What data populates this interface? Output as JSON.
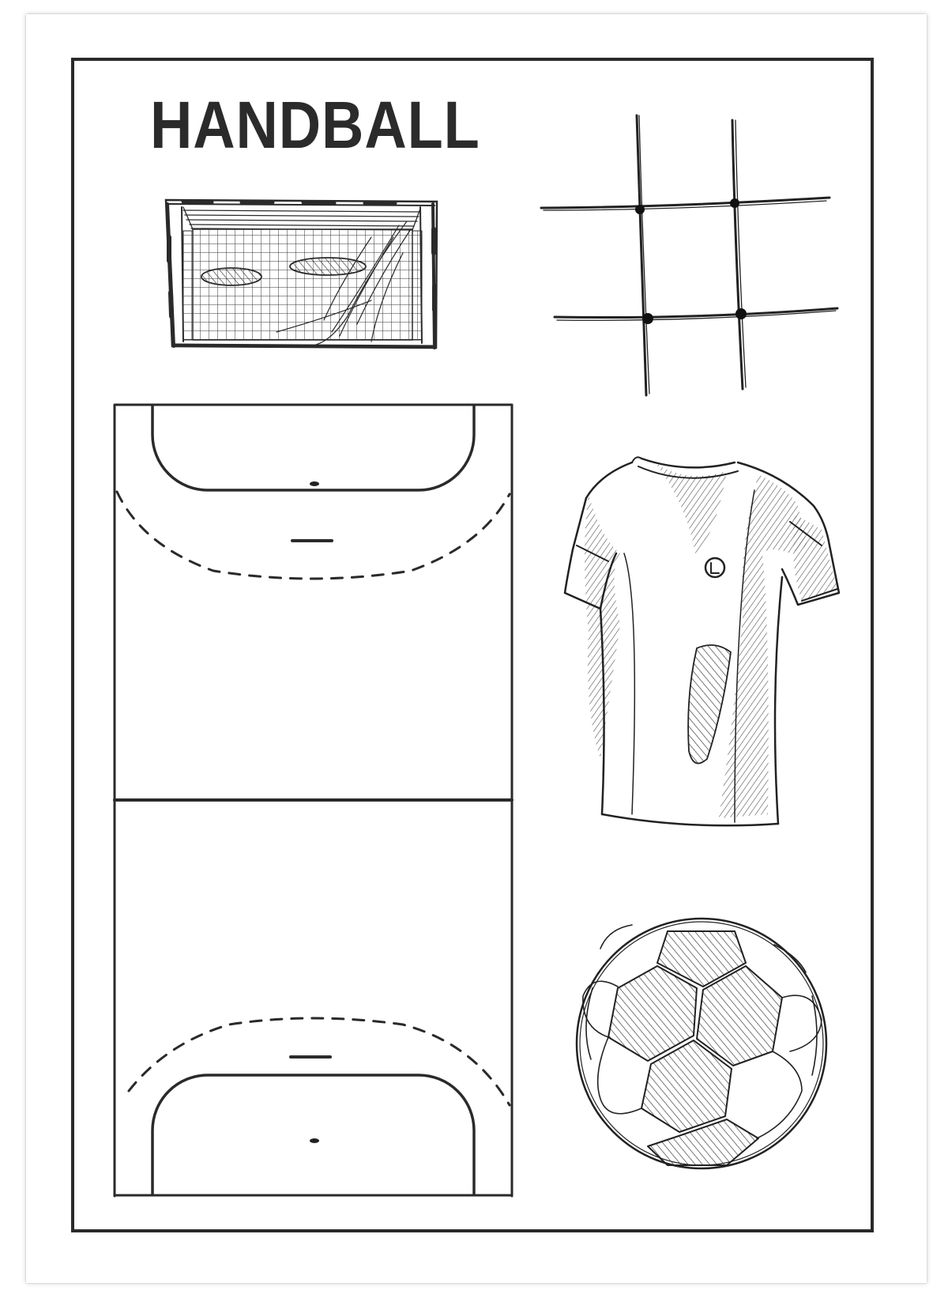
{
  "poster": {
    "title": "HANDBALL"
  },
  "colors": {
    "ink": "#2a2a2a",
    "paper": "#ffffff"
  },
  "illustrations": [
    "goal-sketch",
    "net-detail-sketch",
    "court-diagram",
    "jersey-sketch",
    "ball-sketch"
  ]
}
